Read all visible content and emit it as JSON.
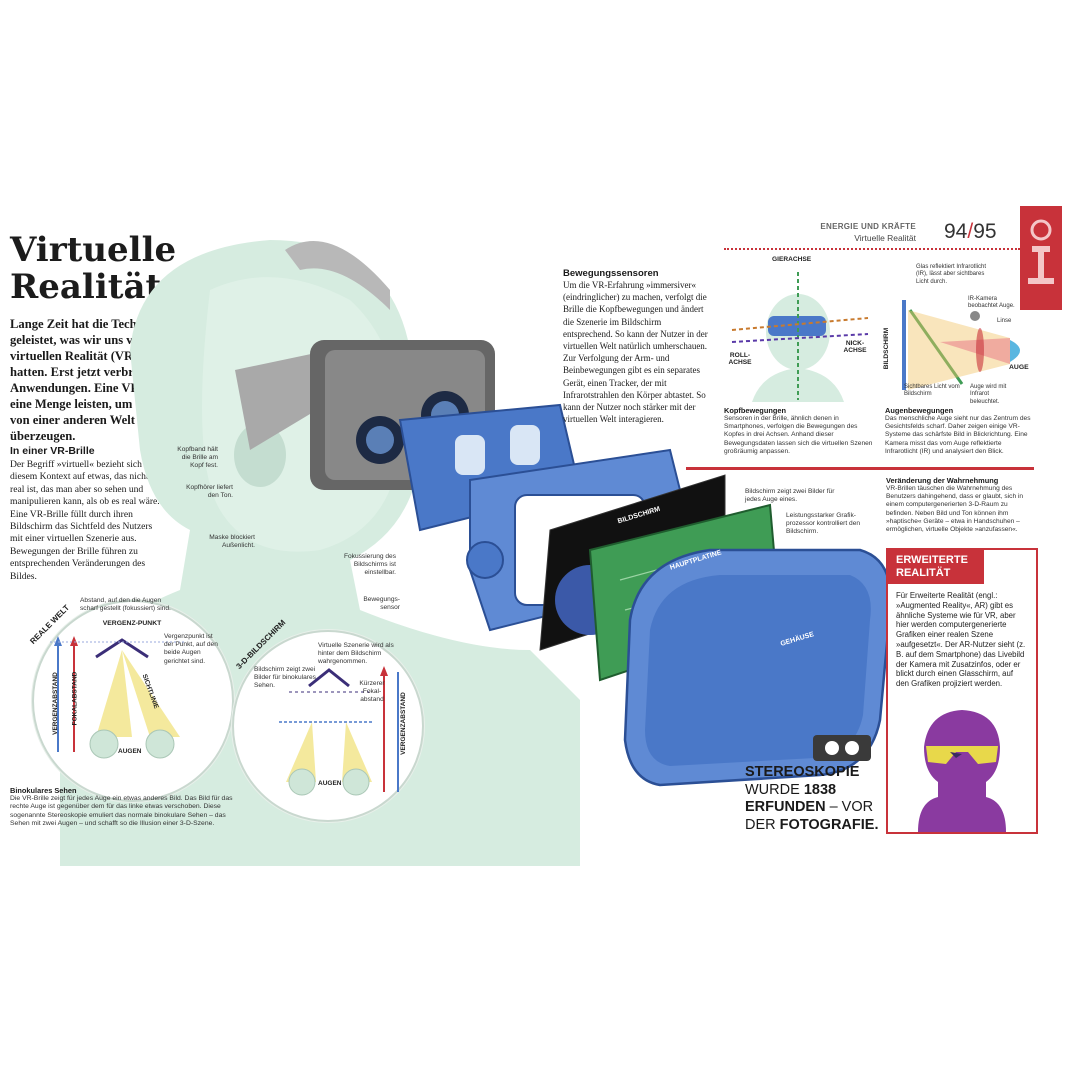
{
  "header": {
    "section": "ENERGIE UND KRÄFTE",
    "subsection": "Virtuelle Realität",
    "page_left": "94",
    "page_sep": "/",
    "page_right": "95"
  },
  "title_line1": "Virtuelle",
  "title_line2": "Realität",
  "intro": "Lange Zeit hat die Technik nicht das geleistet, was wir uns von der virtuellen Realität (VR) versprochen hatten. Erst jetzt verbreiten sich VR-Anwendungen. Eine VR-Brille muss eine Menge leisten, um den Träger von einer anderen Welt zu überzeugen.",
  "inside": {
    "heading": "In einer VR-Brille",
    "text": "Der Begriff »virtuell« bezieht sich in diesem Kontext auf etwas, das nicht real ist, das man aber so sehen und manipulieren kann, als ob es real wäre. Eine VR-Brille füllt durch ihren Bildschirm das Sichtfeld des Nutzers mit einer virtuellen Szenerie aus. Bewegungen der Brille führen zu entsprechenden Veränderungen des Bildes."
  },
  "callouts": {
    "kopfband": "Kopfband hält die Brille am Kopf fest.",
    "kopfhoerer": "Kopfhörer liefert den Ton.",
    "maske": "Maske blockiert Außenlicht.",
    "fokus": "Fokussierung des Bildschirms ist einstellbar.",
    "sensor": "Bewegungs-sensor",
    "bildschirm_info": "Bildschirm zeigt zwei Bilder für jedes Auge eines.",
    "prozessor": "Leistungsstarker Grafik-prozessor kontrolliert den Bildschirm."
  },
  "parts": {
    "bildschirm": "BILDSCHIRM",
    "hauptplatine": "HAUPTPLATINE",
    "gehaeuse": "GEHÄUSE"
  },
  "real_world": {
    "label": "REALE WELT",
    "focus_note": "Abstand, auf den die Augen scharf gestellt (fokussiert) sind.",
    "vergenz_title": "VERGENZ-PUNKT",
    "vergenz_note": "Vergenzpunkt ist der Punkt, auf den beide Augen gerichtet sind.",
    "sichtlinie": "SICHTLINIE",
    "vergenzabstand": "VERGENZABSTAND",
    "fokalabstand": "FOKALABSTAND",
    "augen": "AUGEN"
  },
  "screen_3d": {
    "label": "3-D-BILDSCHIRM",
    "scene_note": "Virtuelle Szenerie wird als hinter dem Bildschirm wahrgenommen.",
    "screen_note": "Bildschirm zeigt zwei Bilder für binokulares Sehen.",
    "focal_note": "Kürzerer Fokal-abstand",
    "vergenzabstand": "VERGENZABSTAND",
    "augen": "AUGEN"
  },
  "binocular": {
    "heading": "Binokulares Sehen",
    "text": "Die VR-Brille zeigt für jedes Auge ein etwas anderes Bild. Das Bild für das rechte Auge ist gegenüber dem für das linke etwas verschoben. Diese sogenannte Stereoskopie emuliert das normale binokulare Sehen – das Sehen mit zwei Augen – und schafft so die Illusion einer 3-D-Szene."
  },
  "motion": {
    "heading": "Bewegungssensoren",
    "text": "Um die VR-Erfahrung »immersiver« (eindringlicher) zu machen, verfolgt die Brille die Kopfbewegungen und ändert die Szenerie im Bildschirm entsprechend. So kann der Nutzer in der virtuellen Welt natürlich umherschauen. Zur Verfolgung der Arm- und Beinbewegungen gibt es ein separates Gerät, einen Tracker, der mit Infrarotstrahlen den Körper abtastet. So kann der Nutzer noch stärker mit der virtuellen Welt interagieren."
  },
  "head": {
    "gierachse": "GIERACHSE",
    "rollachse": "ROLL-ACHSE",
    "nickachse": "NICK-ACHSE",
    "heading": "Kopfbewegungen",
    "text": "Sensoren in der Brille, ähnlich denen in Smartphones, verfolgen die Bewegungen des Kopfes in drei Achsen. Anhand dieser Bewegungsdaten lassen sich die virtuellen Szenen großräumig anpassen."
  },
  "eye": {
    "glas_note": "Glas reflektiert Infrarotlicht (IR), lässt aber sichtbares Licht durch.",
    "kamera_note": "IR-Kamera beobachtet Auge.",
    "linse": "Linse",
    "bildschirm": "BILDSCHIRM",
    "auge": "AUGE",
    "licht_note": "Sichtbares Licht vom Bildschirm",
    "ir_note": "Auge wird mit Infrarot beleuchtet.",
    "heading": "Augenbewegungen",
    "text": "Das menschliche Auge sieht nur das Zentrum des Gesichtsfelds scharf. Daher zeigen einige VR-Systeme das schärfste Bild in Blickrichtung. Eine Kamera misst das vom Auge reflektierte Infrarotlicht (IR) und analysiert den Blick."
  },
  "perception": {
    "heading": "Veränderung der Wahrnehmung",
    "text": "VR-Brillen täuschen die Wahrnehmung des Benutzers dahingehend, dass er glaubt, sich in einem computergenerierten 3-D-Raum zu befinden. Neben Bild und Ton können ihm »haptische« Geräte – etwa in Handschuhen – ermöglichen, virtuelle Objekte »anzufassen«."
  },
  "ar": {
    "title": "ERWEITERTE REALITÄT",
    "text": "Für Erweiterte Realität (engl.: »Augmented Reality«, AR) gibt es ähnliche Systeme wie für VR, aber hier werden computergenerierte Grafiken einer realen Szene »aufgesetzt«. Der AR-Nutzer sieht (z. B. auf dem Smartphone) das Livebild der Kamera mit Zusatzinfos, oder er blickt durch einen Glasschirm, auf den Grafiken projiziert werden."
  },
  "fact": {
    "line1": "STEREOSKOPIE",
    "line2a": "WURDE ",
    "line2b": "1838",
    "line3a": "ERFUNDEN",
    "line3b": " – VOR",
    "line4a": "DER ",
    "line4b": "FOTOGRAFIE."
  },
  "colors": {
    "accent_red": "#c8323a",
    "vr_blue": "#4a78c8",
    "mint": "#cfe6d8",
    "purple": "#8a3aa0",
    "yellow": "#e8d84a"
  }
}
